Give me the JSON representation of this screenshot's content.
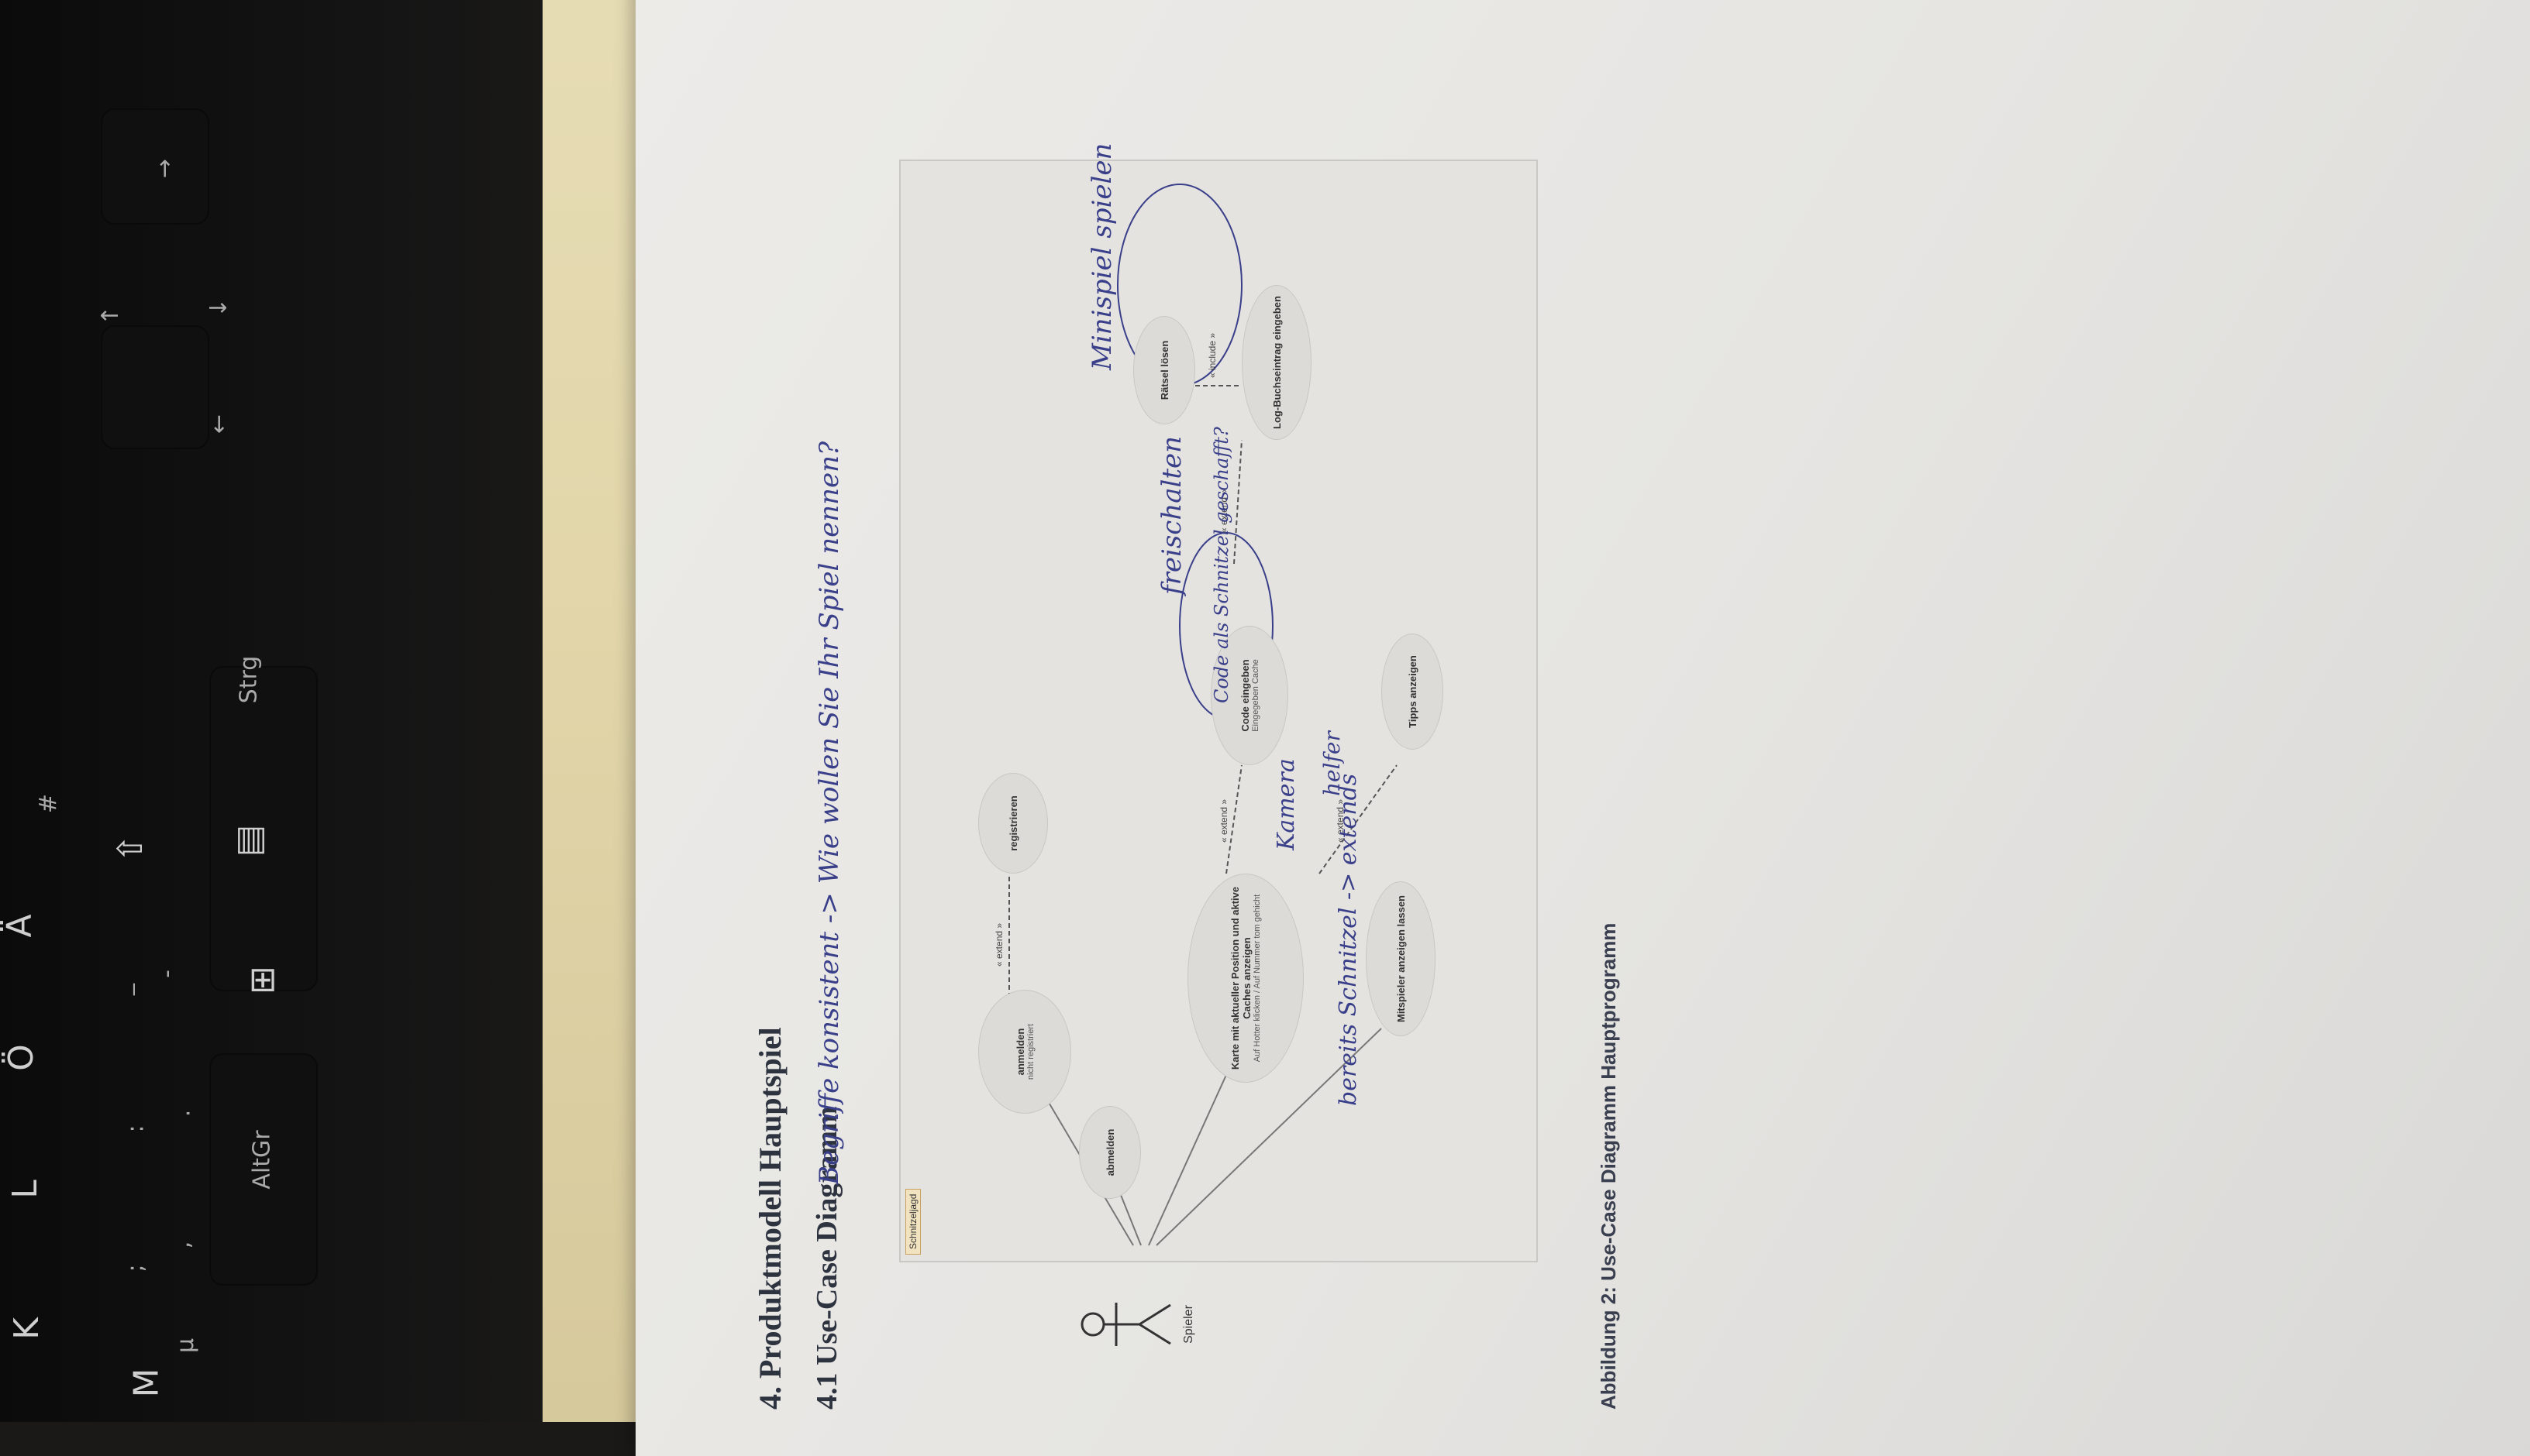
{
  "keyboard": {
    "keys": [
      "K",
      "L",
      "Ö",
      "Ä",
      "#",
      "M",
      "µ",
      ";",
      ",",
      ":",
      ".",
      "_",
      "-",
      "AltGr",
      "Strg",
      "↑",
      "↓",
      "←",
      "→"
    ]
  },
  "document": {
    "heading1": "4.  Produktmodell Hauptspiel",
    "heading2": "4.1 Use-Case Diagramm",
    "caption": "Abbildung 2: Use-Case Diagramm Hauptprogramm"
  },
  "diagram": {
    "system_label": "Schnitzeljagd",
    "actor": "Spieler",
    "use_cases": [
      {
        "label": "anmelden",
        "sub": "nicht registriert"
      },
      {
        "label": "registrieren",
        "sub": ""
      },
      {
        "label": "abmelden",
        "sub": ""
      },
      {
        "label": "Karte mit aktueller Position und aktive Caches anzeigen",
        "sub": "Auf Hotter klicken / Auf Nummer tom gehicht"
      },
      {
        "label": "Mitspieler anzeigen lassen",
        "sub": ""
      },
      {
        "label": "Code eingeben",
        "sub": "Eingegeben Cache"
      },
      {
        "label": "Tipps anzeigen",
        "sub": ""
      },
      {
        "label": "Rätsel lösen",
        "sub": ""
      },
      {
        "label": "Log-Buchseintrag eingeben",
        "sub": ""
      }
    ],
    "relations": [
      "« extend »",
      "« extend »",
      "« extend »",
      "« extend »",
      "« include »"
    ]
  },
  "handwriting": {
    "note_top": "Begriffe konsistent -> Wie wollen Sie Ihr Spiel nennen?",
    "note_kamera": "Kamera",
    "note_freischalten": "freischalten",
    "note_code": "Code als Schnitzel geschafft?",
    "note_minispiel": "Minispiel spielen",
    "note_helfer": "helfer",
    "note_extends": "bereits Schnitzel -> extends"
  }
}
